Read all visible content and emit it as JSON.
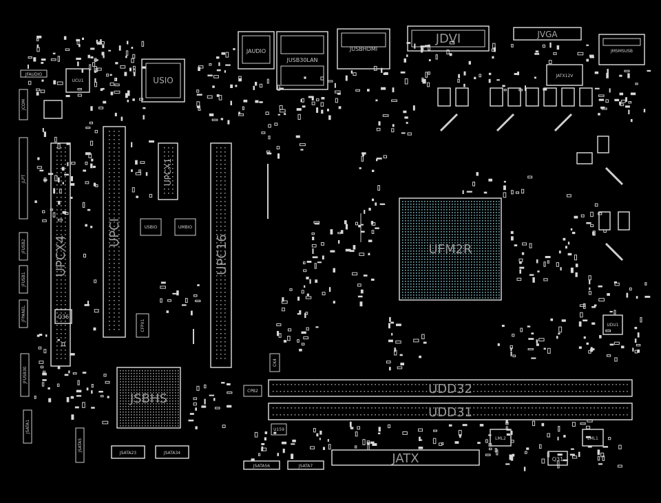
{
  "labels": {
    "jdvi": "JDVI",
    "jvga": "JVGA",
    "jaudio": "JAUDIO",
    "jusb30lan": "JUSB30LAN",
    "jusbhdmi": "JUSBHDMI",
    "jmsusb": "JMSMSUSB",
    "jatx12v": "JATX12V",
    "usio": "USIO",
    "ucu1": "UCU1",
    "jfaudio": "JFAUDIO",
    "jcom": "JCOM",
    "jlpt": "JLPT",
    "upcx4": "UPCX4",
    "upci": "UPCI",
    "upcx1": "UPCX1",
    "upc16": "UPC16",
    "ufm2r": "UFM2R",
    "jfusb2": "JFUSB2",
    "jfusb1": "JFUSB1",
    "jfpanel": "JFPANEL",
    "jfusb30": "JFUSB30",
    "jsata1": "JSATA1",
    "jsata5": "JSATA5",
    "jsata23": "JSATA23",
    "jsata34": "JSATA34",
    "jsata56": "JSATA56",
    "jsata7": "JSATA7",
    "jatx": "JATX",
    "udd32": "UDD32",
    "udd31": "UDD31",
    "jsbhs": "JSBHS",
    "q36": "Q36",
    "q31": "Q31",
    "lml2": "LML2",
    "lml1": "LML1",
    "cfpx1": "CFPX1",
    "ck4": "CK4",
    "udu1": "UDU1",
    "usbio": "USBIO",
    "umbio": "UMBIO",
    "cpb2": "CPB2",
    "u159": "U159"
  }
}
